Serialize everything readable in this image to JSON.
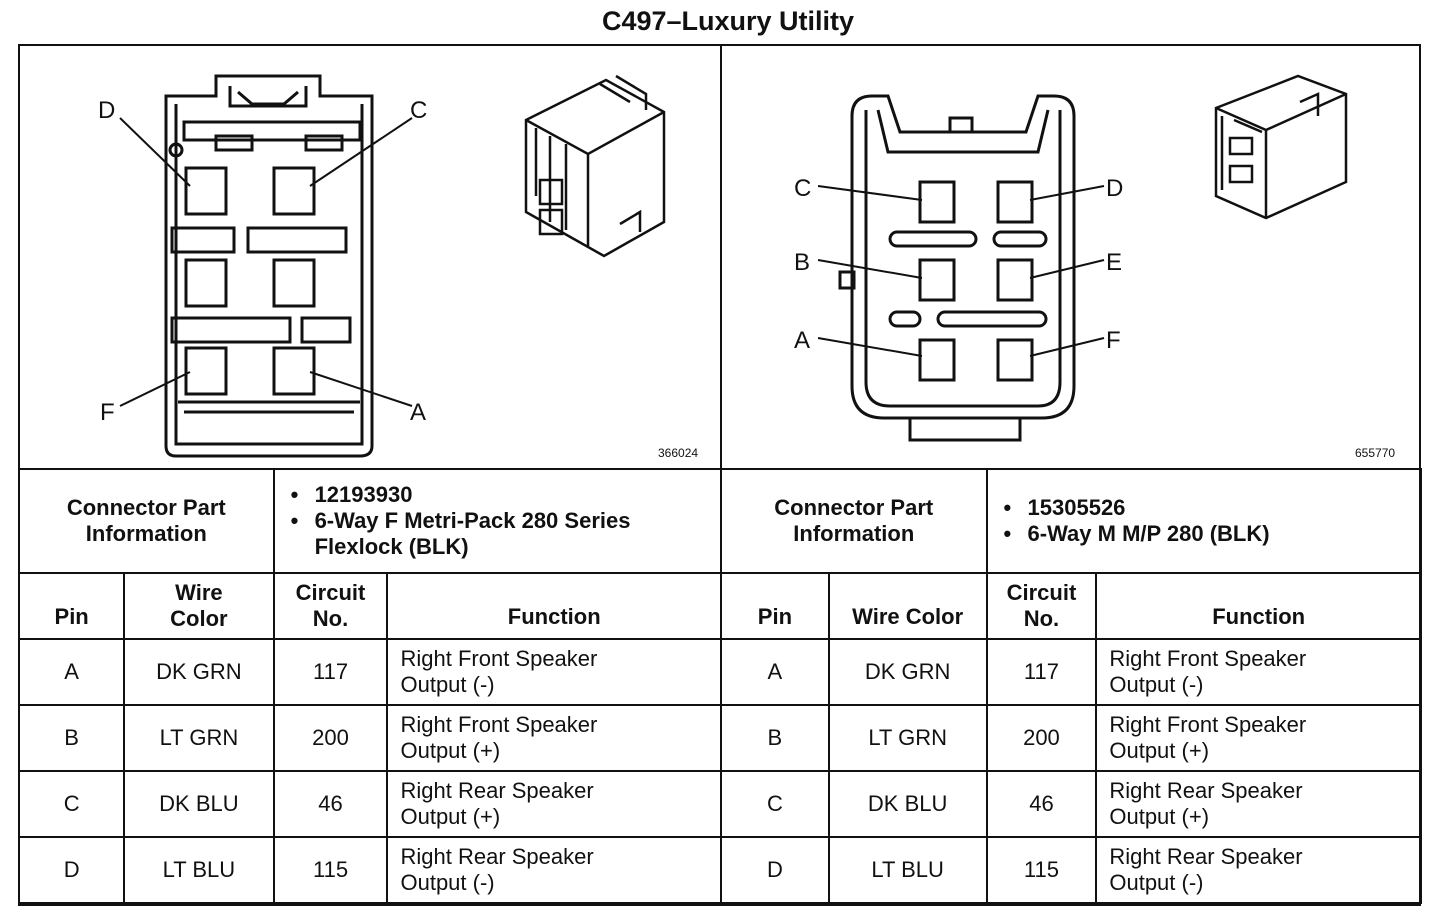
{
  "title": "C497–Luxury Utility",
  "left": {
    "figure_id": "366024",
    "pin_labels": [
      "D",
      "C",
      "F",
      "A"
    ],
    "part_info_label": "Connector Part Information",
    "part_info": [
      "12193930",
      "6-Way F Metri-Pack 280 Series Flexlock (BLK)"
    ],
    "headers": {
      "pin": "Pin",
      "wire_color": "Wire Color",
      "circuit": "Circuit No.",
      "function": "Function"
    },
    "rows": [
      {
        "pin": "A",
        "wire_color": "DK GRN",
        "circuit": "117",
        "function_line1": "Right Front Speaker",
        "function_line2": "Output (-)"
      },
      {
        "pin": "B",
        "wire_color": "LT GRN",
        "circuit": "200",
        "function_line1": "Right Front Speaker",
        "function_line2": "Output (+)"
      },
      {
        "pin": "C",
        "wire_color": "DK BLU",
        "circuit": "46",
        "function_line1": "Right Rear Speaker",
        "function_line2": "Output (+)"
      },
      {
        "pin": "D",
        "wire_color": "LT BLU",
        "circuit": "115",
        "function_line1": "Right Rear Speaker",
        "function_line2": "Output (-)"
      }
    ]
  },
  "right": {
    "figure_id": "655770",
    "pin_labels": [
      "C",
      "D",
      "B",
      "E",
      "A",
      "F"
    ],
    "part_info_label": "Connector Part Information",
    "part_info": [
      "15305526",
      "6-Way M M/P 280 (BLK)"
    ],
    "headers": {
      "pin": "Pin",
      "wire_color": "Wire Color",
      "circuit": "Circuit No.",
      "function": "Function"
    },
    "rows": [
      {
        "pin": "A",
        "wire_color": "DK GRN",
        "circuit": "117",
        "function_line1": "Right Front Speaker",
        "function_line2": "Output (-)"
      },
      {
        "pin": "B",
        "wire_color": "LT GRN",
        "circuit": "200",
        "function_line1": "Right Front Speaker",
        "function_line2": "Output (+)"
      },
      {
        "pin": "C",
        "wire_color": "DK BLU",
        "circuit": "46",
        "function_line1": "Right Rear Speaker",
        "function_line2": "Output (+)"
      },
      {
        "pin": "D",
        "wire_color": "LT BLU",
        "circuit": "115",
        "function_line1": "Right Rear Speaker",
        "function_line2": "Output (-)"
      }
    ]
  }
}
